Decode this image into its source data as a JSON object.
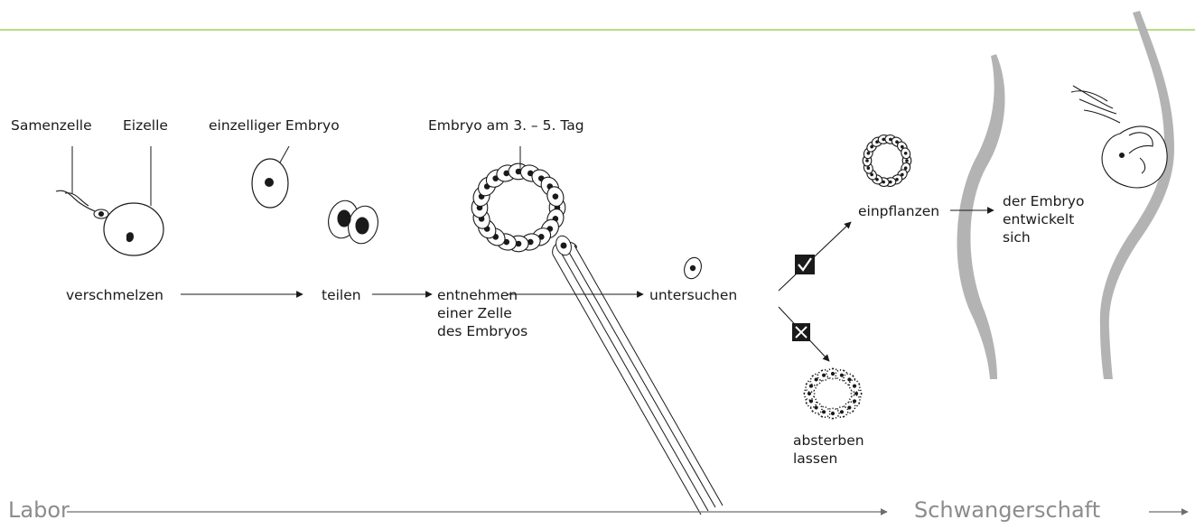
{
  "labels": {
    "sperm": "Samenzelle",
    "egg": "Eizelle",
    "one_cell_embryo": "einzelliger Embryo",
    "embryo_day": "Embryo am 3. – 5. Tag",
    "fuse": "verschmelzen",
    "divide": "teilen",
    "extract": "entnehmen\neiner Zelle\ndes Embryos",
    "examine": "untersuchen",
    "implant": "einpflanzen",
    "develops": "der Embryo\nentwickelt\nsich",
    "die": "absterben\nlassen"
  },
  "decision": {
    "yes_icon": "check-box-icon",
    "no_icon": "cross-box-icon"
  },
  "axis": {
    "lab": "Labor",
    "pregnancy": "Schwangerschaft"
  },
  "colors": {
    "top_rule": "#8dc63f",
    "silhouette": "#b3b3b3",
    "axis_text": "#8c8c8c",
    "ink": "#1a1a1a"
  }
}
